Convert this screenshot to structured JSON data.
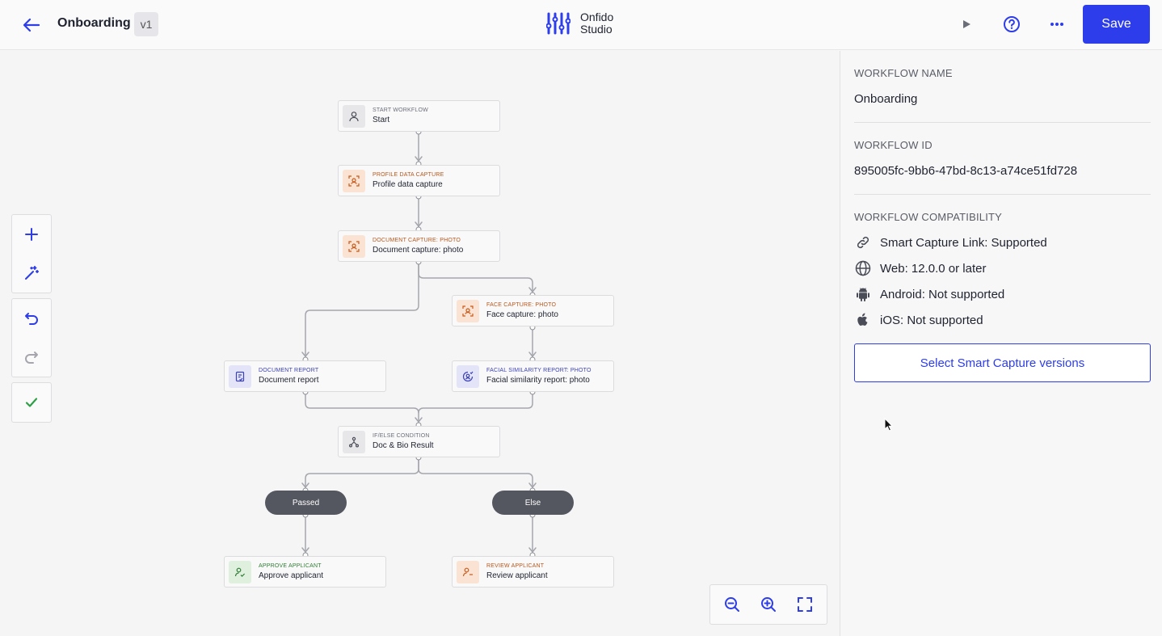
{
  "header": {
    "title": "Onboarding",
    "version": "v1",
    "brand_line1": "Onfido",
    "brand_line2": "Studio",
    "save_label": "Save",
    "accent": "#2d3deb"
  },
  "nodes": [
    {
      "category": "START WORKFLOW",
      "label": "Start",
      "icon": "user-icon",
      "tone": "grey"
    },
    {
      "category": "PROFILE DATA CAPTURE",
      "label": "Profile data capture",
      "icon": "capture-icon",
      "tone": "orange"
    },
    {
      "category": "DOCUMENT CAPTURE: PHOTO",
      "label": "Document capture: photo",
      "icon": "capture-icon",
      "tone": "orange"
    },
    {
      "category": "FACE CAPTURE: PHOTO",
      "label": "Face capture: photo",
      "icon": "capture-icon",
      "tone": "orange"
    },
    {
      "category": "DOCUMENT REPORT",
      "label": "Document report",
      "icon": "report-icon",
      "tone": "purple"
    },
    {
      "category": "FACIAL SIMILARITY REPORT: PHOTO",
      "label": "Facial similarity report: photo",
      "icon": "face-report-icon",
      "tone": "purple"
    },
    {
      "category": "IF/ELSE CONDITION",
      "label": "Doc & Bio Result",
      "icon": "branch-icon",
      "tone": "grey"
    },
    {
      "category": "APPROVE APPLICANT",
      "label": "Approve applicant",
      "icon": "approve-user-icon",
      "tone": "green"
    },
    {
      "category": "REVIEW APPLICANT",
      "label": "Review applicant",
      "icon": "review-user-icon",
      "tone": "orange"
    }
  ],
  "branches": {
    "passed": "Passed",
    "else": "Else"
  },
  "panel": {
    "name_label": "WORKFLOW NAME",
    "name_value": "Onboarding",
    "id_label": "WORKFLOW ID",
    "id_value": "895005fc-9bb6-47bd-8c13-a74ce51fd728",
    "compat_label": "WORKFLOW COMPATIBILITY",
    "compat": [
      {
        "icon": "link-icon",
        "text": "Smart Capture Link: Supported"
      },
      {
        "icon": "globe-icon",
        "text": "Web: 12.0.0 or later"
      },
      {
        "icon": "android-icon",
        "text": "Android: Not supported"
      },
      {
        "icon": "apple-icon",
        "text": "iOS: Not supported"
      }
    ],
    "select_button": "Select Smart Capture versions"
  }
}
